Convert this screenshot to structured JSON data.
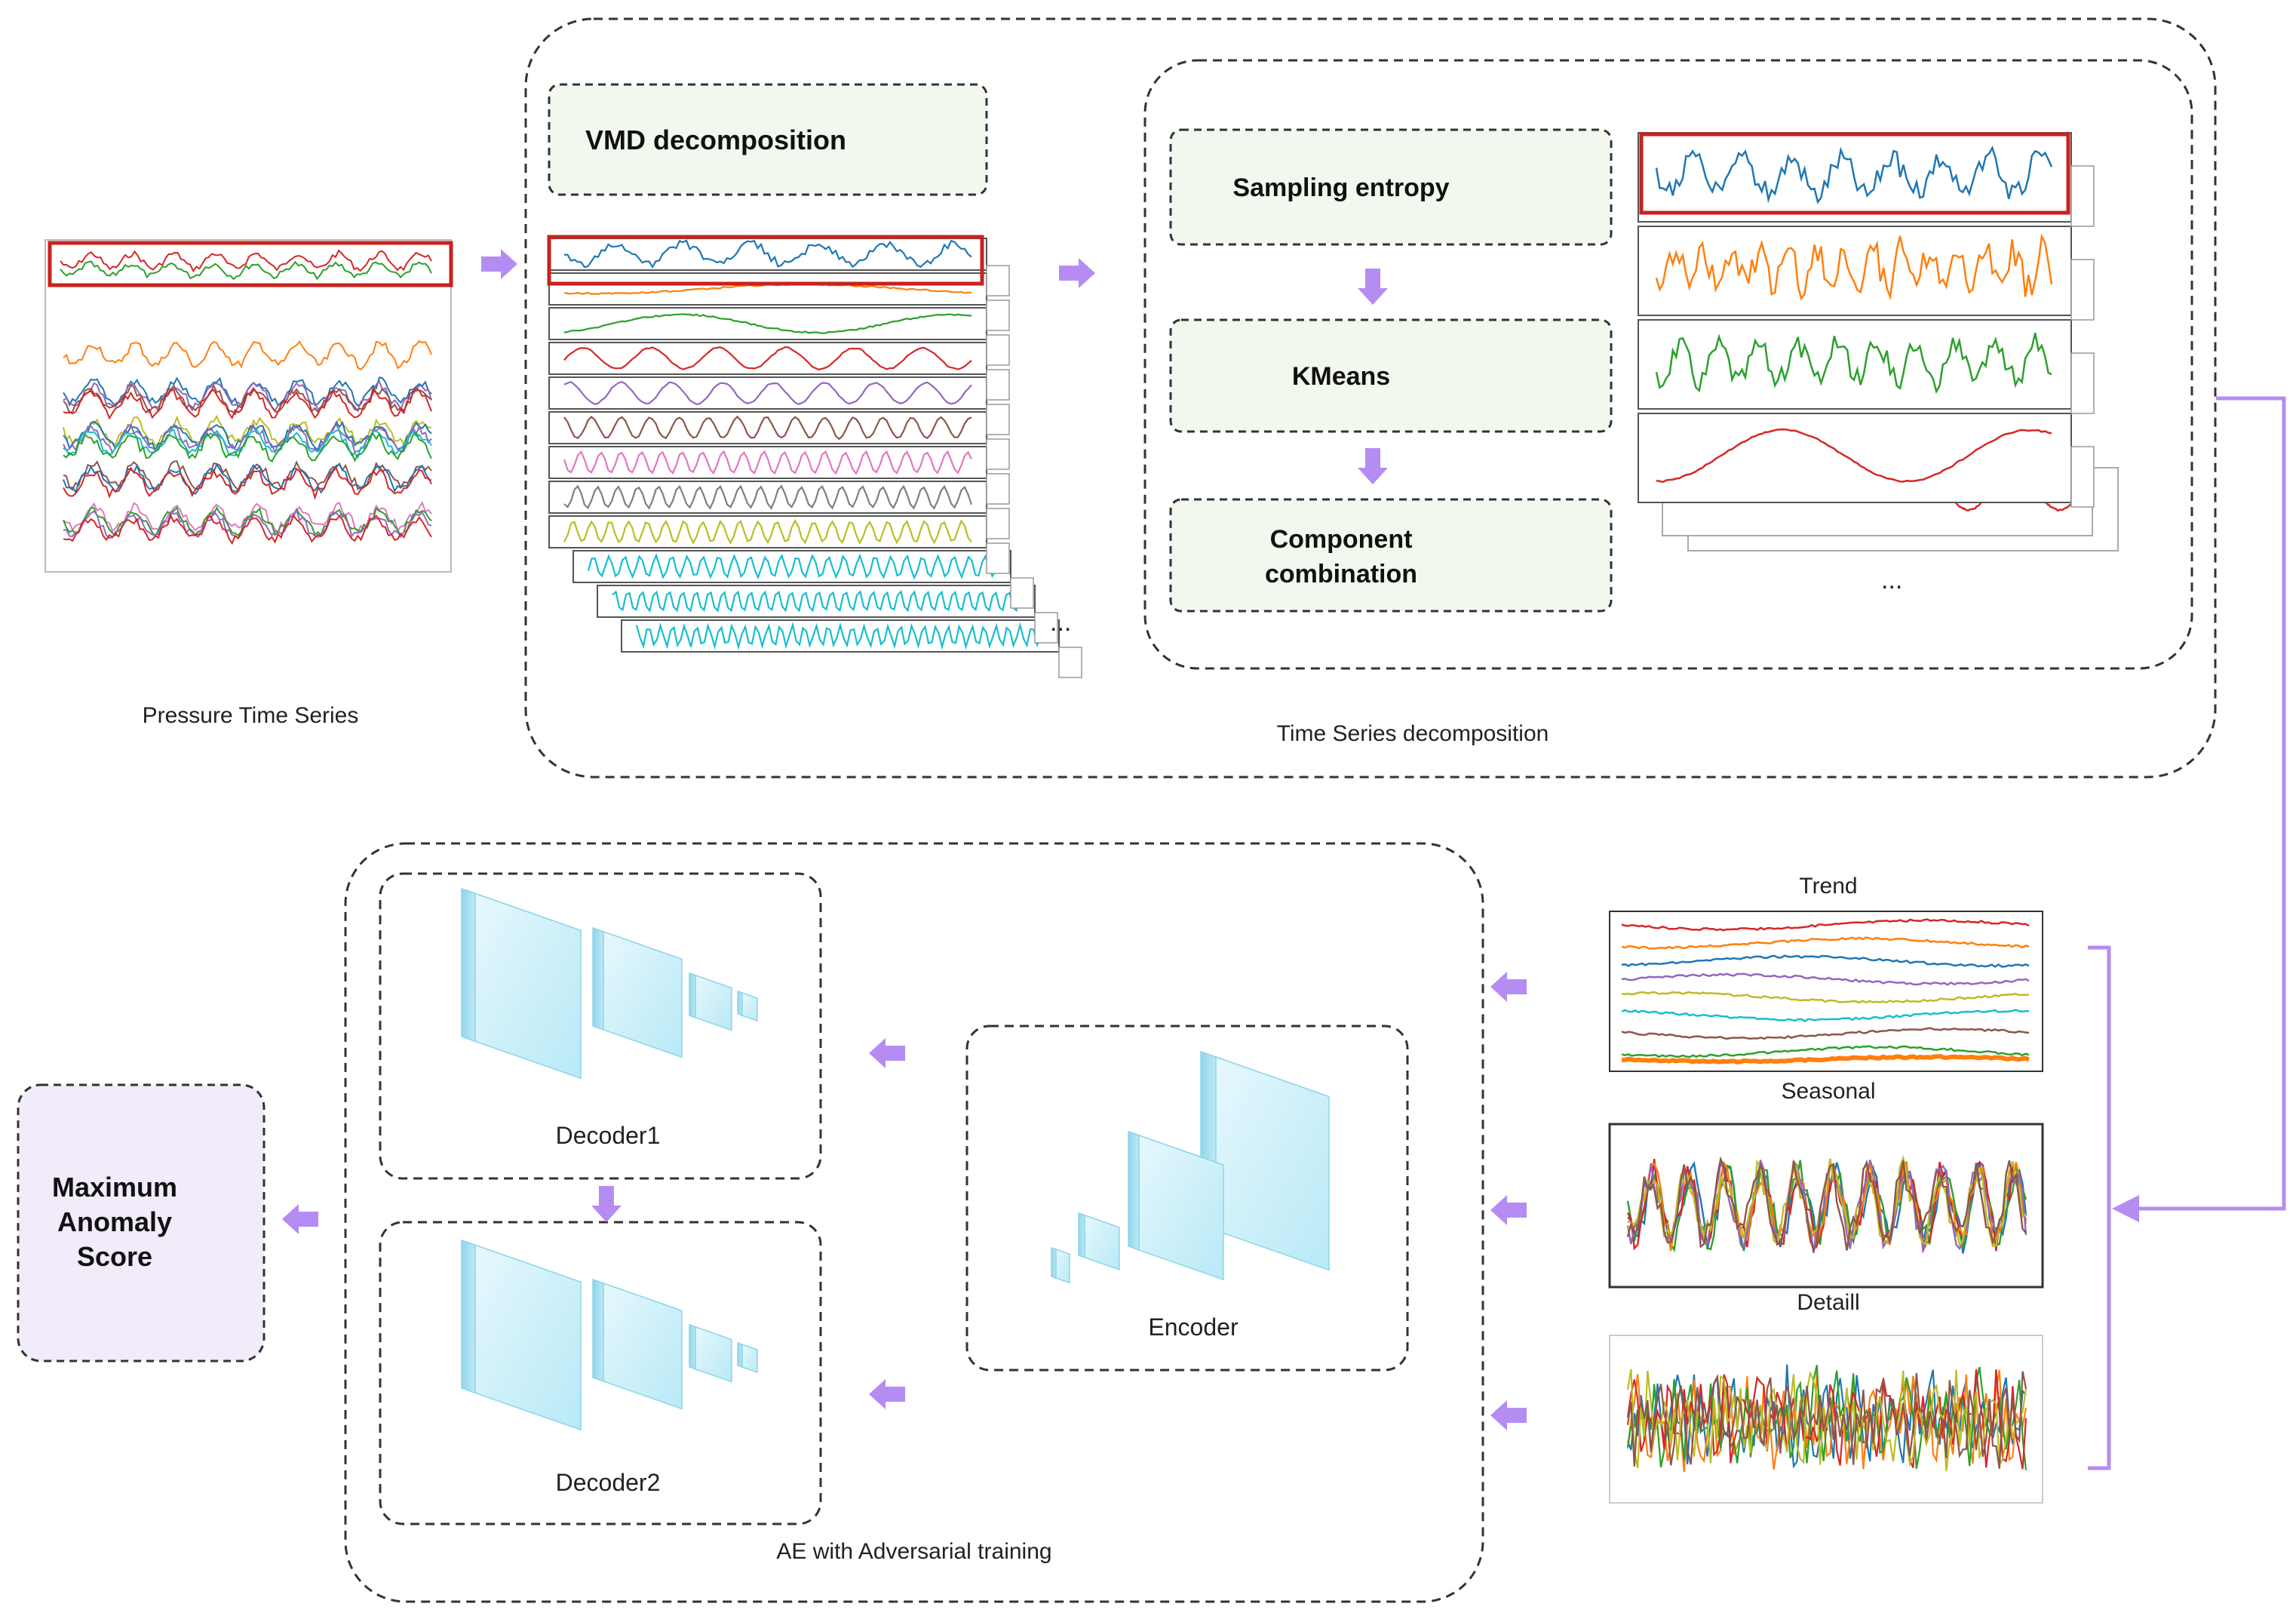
{
  "labels": {
    "pressure": "Pressure Time Series",
    "decomposition": "Time Series decomposition",
    "ae": "AE with Adversarial training"
  },
  "boxes": {
    "vmd": "VMD decomposition",
    "entropy": "Sampling entropy",
    "kmeans": "KMeans",
    "combo_line1": "Component",
    "combo_line2": "combination",
    "score_line1": "Maximum",
    "score_line2": "Anomaly",
    "score_line3": "Score"
  },
  "components": {
    "trend": "Trend",
    "seasonal": "Seasonal",
    "detail": "Detaill"
  },
  "networks": {
    "decoder1": "Decoder1",
    "decoder2": "Decoder2",
    "encoder": "Encoder"
  },
  "ellipsis": "...",
  "colors": {
    "arrow": "#b58cf2",
    "highlight": "#c8221e",
    "box_fill": "#f2f8ee",
    "score_fill": "#f1ebfa",
    "layer_face": "#d6f3fb",
    "layer_edge": "#8fd5ea",
    "series": [
      "#1f77b4",
      "#ff7f0e",
      "#2ca02c",
      "#d62728",
      "#9467bd",
      "#8c564b",
      "#e377c2",
      "#7f7f7f",
      "#bcbd22",
      "#17becf"
    ]
  }
}
